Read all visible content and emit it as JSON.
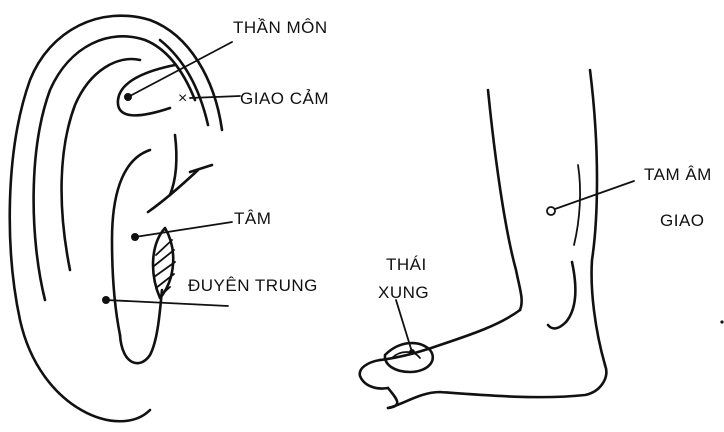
{
  "labels": {
    "than_mon": "THẦN MÔN",
    "giao_cam": "GIAO CẢM",
    "tam": "TÂM",
    "duyen_trung": "ĐUYÊN TRUNG",
    "thai": "THÁI",
    "xung": "XUNG",
    "tam_am": "TAM ÂM",
    "giao": "GIAO"
  }
}
